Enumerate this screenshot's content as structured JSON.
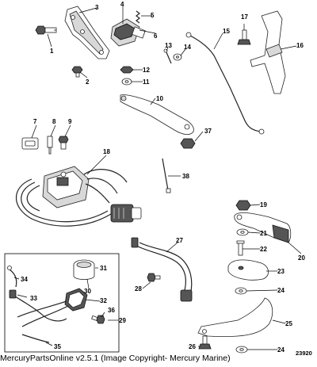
{
  "callouts": [
    {
      "n": "1"
    },
    {
      "n": "2"
    },
    {
      "n": "3"
    },
    {
      "n": "4"
    },
    {
      "n": "5"
    },
    {
      "n": "6"
    },
    {
      "n": "7"
    },
    {
      "n": "8"
    },
    {
      "n": "9"
    },
    {
      "n": "10"
    },
    {
      "n": "11"
    },
    {
      "n": "12"
    },
    {
      "n": "13"
    },
    {
      "n": "14"
    },
    {
      "n": "15"
    },
    {
      "n": "16"
    },
    {
      "n": "17"
    },
    {
      "n": "18"
    },
    {
      "n": "19"
    },
    {
      "n": "20"
    },
    {
      "n": "21"
    },
    {
      "n": "22"
    },
    {
      "n": "23"
    },
    {
      "n": "24"
    },
    {
      "n": "24"
    },
    {
      "n": "25"
    },
    {
      "n": "26"
    },
    {
      "n": "27"
    },
    {
      "n": "28"
    },
    {
      "n": "29"
    },
    {
      "n": "30"
    },
    {
      "n": "31"
    },
    {
      "n": "32"
    },
    {
      "n": "33"
    },
    {
      "n": "34"
    },
    {
      "n": "35"
    },
    {
      "n": "36"
    },
    {
      "n": "37"
    },
    {
      "n": "38"
    }
  ],
  "diagram_id": "23920",
  "footer": "MercuryPartsOnline v2.5.1 (Image Copyright- Mercury Marine)"
}
